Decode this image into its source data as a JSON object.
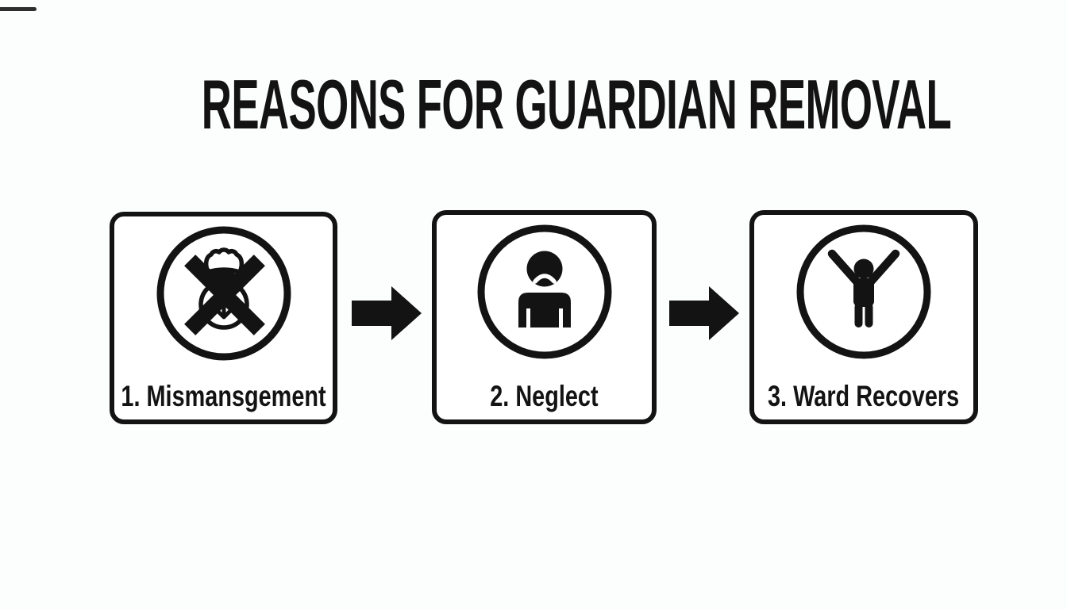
{
  "title": "REASONS FOR GUARDIAN REMOVAL",
  "flow": {
    "steps": [
      {
        "label": "1. Mismansgement",
        "icon": "money-bag-crossed-icon"
      },
      {
        "label": "2. Neglect",
        "icon": "sad-person-icon"
      },
      {
        "label": "3. Ward Recovers",
        "icon": "person-arms-raised-icon"
      }
    ],
    "connector": "arrow-right"
  },
  "colors": {
    "ink": "#131313",
    "box_background": "#ffffff",
    "page_background": "#fcfdfd"
  }
}
